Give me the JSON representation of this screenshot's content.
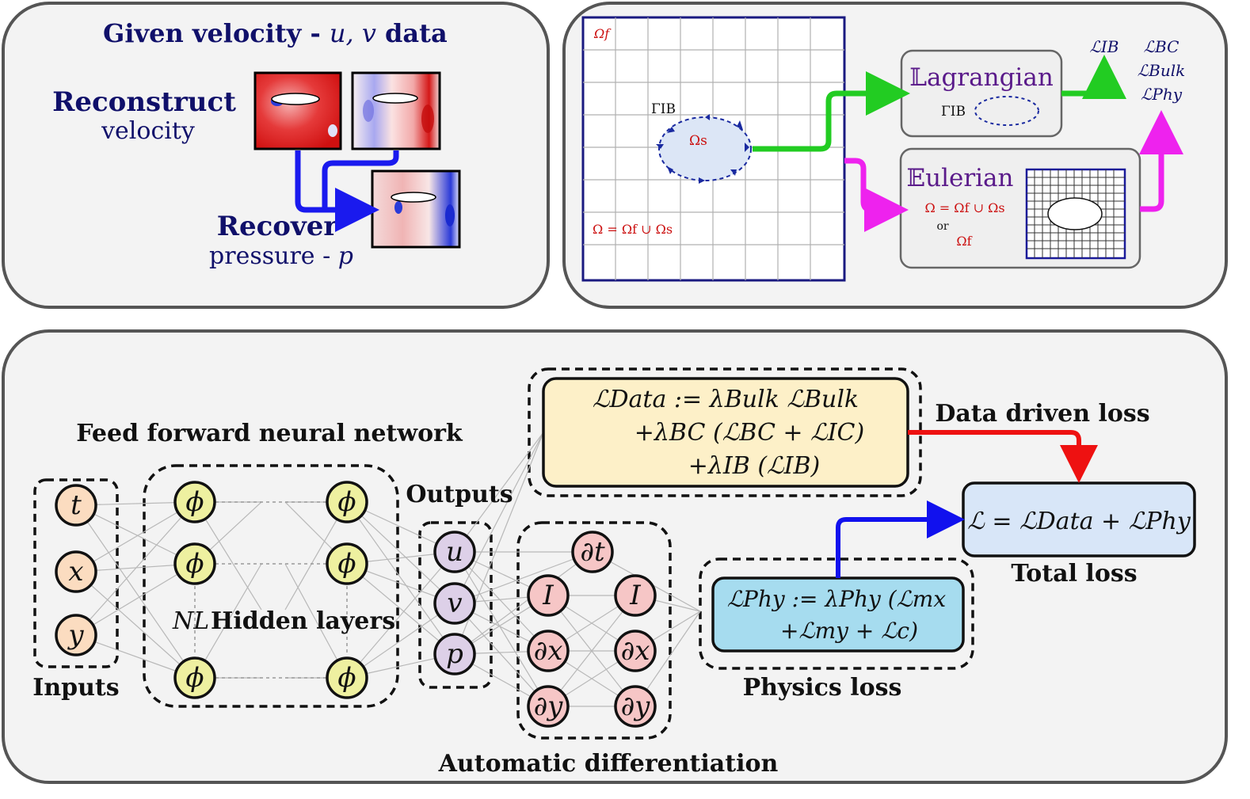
{
  "panel_a": {
    "title_prefix": "Given  velocity - ",
    "title_vars": "u, v",
    "title_suffix": " data",
    "reconstruct_label": "Reconstruct",
    "reconstruct_sub": "velocity",
    "recover_label": "Recover",
    "recover_sub_prefix": "pressure - ",
    "recover_sub_var": "p",
    "arrow_color": "#1a1aee"
  },
  "panel_b": {
    "omega_f": "Ωf",
    "gamma_ib": "ΓIB",
    "omega_s": "Ωs",
    "omega_union": "Ω = Ωf ∪ Ωs",
    "lagrangian_title": "𝕃agrangian",
    "lagrangian_gamma": "ΓIB",
    "eulerian_title": "𝔼ulerian",
    "eulerian_eq": "Ω = Ωf ∪ Ωs",
    "eulerian_or": "or",
    "eulerian_alt": "Ωf",
    "loss_ib": "ℒIB",
    "loss_bc": "ℒBC",
    "loss_bulk": "ℒBulk",
    "loss_phy": "ℒPhy",
    "green_color": "#22cc22",
    "magenta_color": "#ee22ee"
  },
  "panel_c": {
    "ffnn_title": "Feed forward neural network",
    "inputs_label": "Inputs",
    "inputs": [
      "t",
      "x",
      "y"
    ],
    "hidden_symbol": "ϕ",
    "hidden_label_nl": "NL",
    "hidden_label": "Hidden layers",
    "outputs_label": "Outputs",
    "outputs": [
      "u",
      "v",
      "p"
    ],
    "autodiff_label": "Automatic differentiation",
    "autodiff_col1": [
      "∂t",
      "I",
      "∂x",
      "∂y"
    ],
    "autodiff_col2": [
      "I",
      "∂x",
      "∂y"
    ],
    "data_loss_line1": "ℒData := λBulk ℒBulk",
    "data_loss_line2": "+λBC (ℒBC + ℒIC)",
    "data_loss_line3": "+λIB (ℒIB)",
    "data_loss_label": "Data driven loss",
    "phy_loss_line1": "ℒPhy := λPhy (ℒmx",
    "phy_loss_line2": "+ℒmy + ℒc)",
    "phy_loss_label": "Physics loss",
    "total_loss_eq": "ℒ = ℒData + ℒPhy",
    "total_loss_label": "Total loss",
    "input_fill": "#fbdcc0",
    "hidden_fill": "#eef0a0",
    "output_fill": "#ddd0e8",
    "autodiff_fill": "#f6c6c6",
    "data_box_fill": "#fdf0c8",
    "phy_box_fill": "#a6dcef",
    "total_box_fill": "#d8e6f8",
    "red_arrow": "#ee1111",
    "blue_arrow": "#1111ee"
  }
}
